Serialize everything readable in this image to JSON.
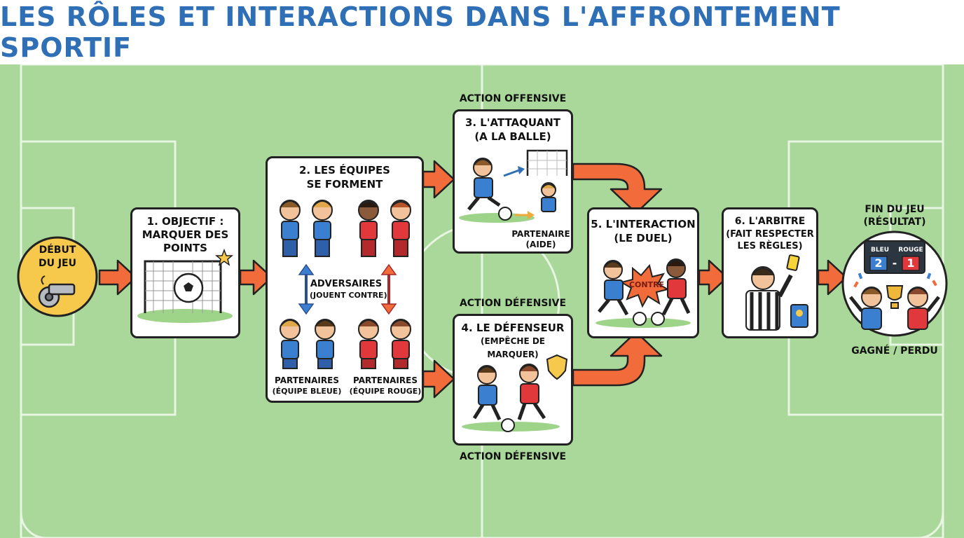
{
  "title": "LES RÔLES ET INTERACTIONS DANS L'AFFRONTEMENT SPORTIF",
  "start": {
    "line1": "DÉBUT",
    "line2": "DU JEU",
    "icon": "whistle-icon"
  },
  "step1": {
    "line1": "1. OBJECTIF :",
    "line2": "MARQUER DES",
    "line3": "POINTS"
  },
  "step2": {
    "line1": "2. LES ÉQUIPES",
    "line2": "SE FORMENT",
    "adv1": "ADVERSAIRES",
    "adv2": "(JOUENT CONTRE)",
    "blue1": "PARTENAIRES",
    "blue2": "(ÉQUIPE BLEUE)",
    "red1": "PARTENAIRES",
    "red2": "(ÉQUIPE ROUGE)"
  },
  "step3": {
    "header": "ACTION OFFENSIVE",
    "line1": "3. L'ATTAQUANT",
    "line2": "(A LA BALLE)",
    "note1": "PARTENAIRE",
    "note2": "(AIDE)"
  },
  "step4": {
    "header_top": "ACTION DÉFENSIVE",
    "header_bottom": "ACTION DÉFENSIVE",
    "line1": "4. LE DÉFENSEUR",
    "line2": "(EMPÊCHE DE MARQUER)"
  },
  "step5": {
    "line1": "5. L'INTERACTION",
    "line2": "(LE DUEL)",
    "burst": "CONTRE"
  },
  "step6": {
    "line1": "6. L'ARBITRE",
    "line2": "(FAIT RESPECTER",
    "line3": "LES RÈGLES)"
  },
  "end": {
    "line1": "FIN DU JEU",
    "line2": "(RÉSULTAT)",
    "team_blue": "BLEU",
    "team_red": "ROUGE",
    "score_blue": "2",
    "score_sep": "-",
    "score_red": "1",
    "result": "GAGNÉ / PERDU"
  },
  "colors": {
    "blue": "#3b7fd0",
    "red": "#e0383b",
    "orange": "#f26b3a",
    "field": "#a9d89a",
    "title": "#2f6fb6",
    "yellow": "#f6c94c"
  }
}
